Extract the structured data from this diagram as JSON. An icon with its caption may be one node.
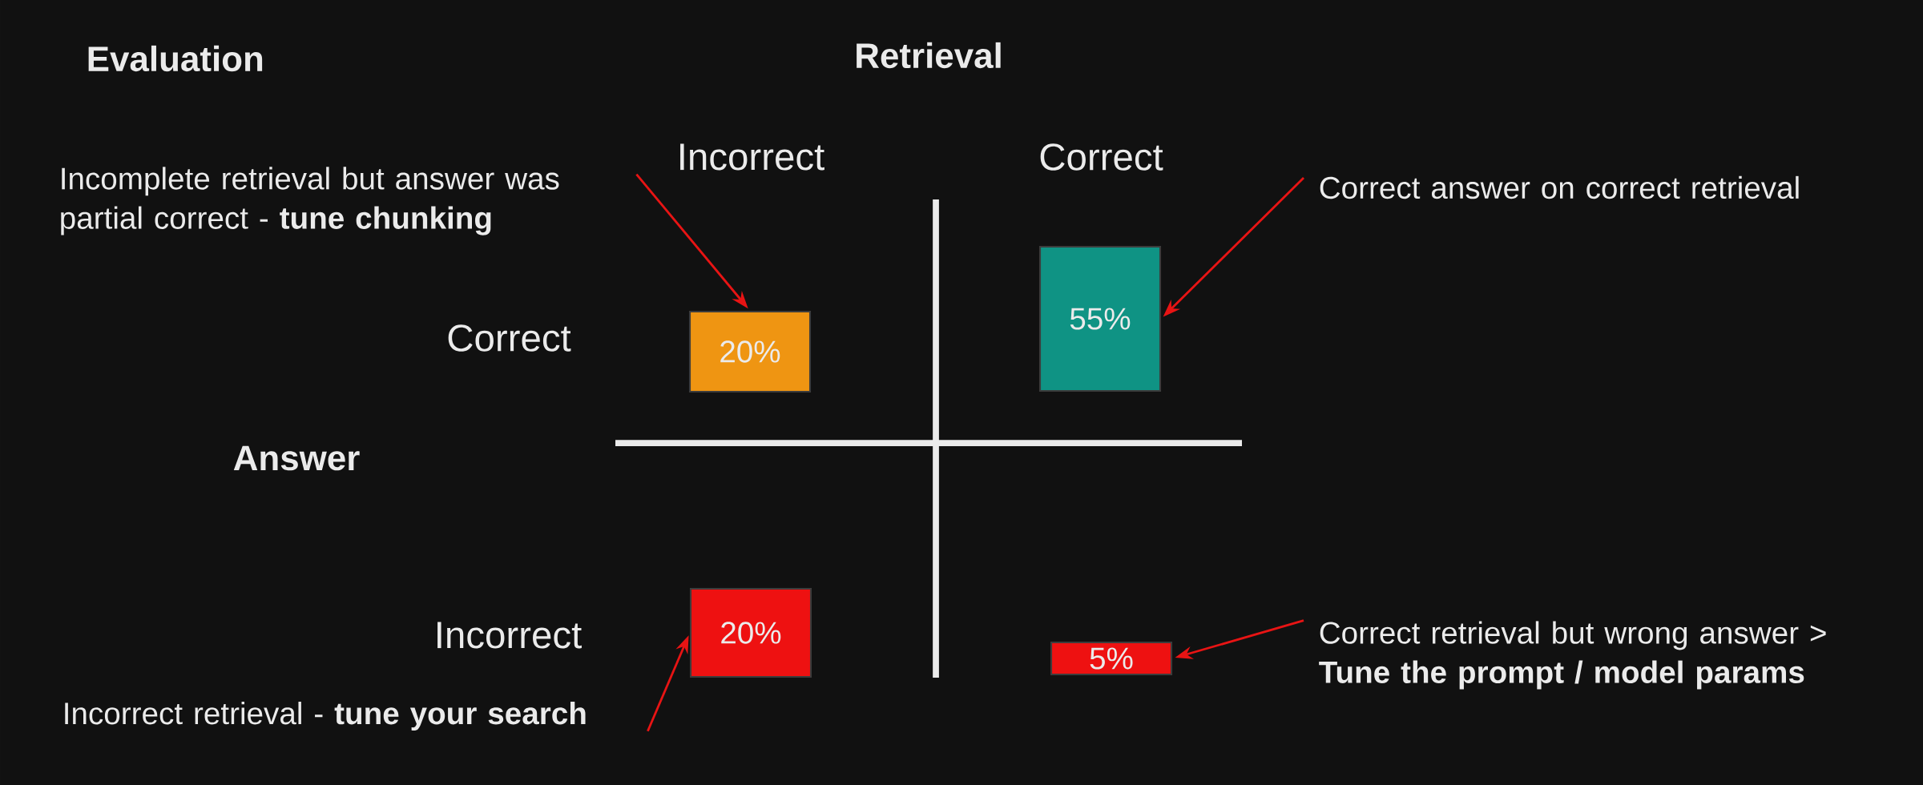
{
  "diagram": {
    "nodes": [
      {
        "text": [
          "Incomplete retrieval but answer was partial correct - **tune chunking**"
        ]
      },
      {
        "text": [
          "20%"
        ]
      },
      {
        "text": [
          "Correct answer on correct retrieval"
        ]
      },
      {
        "text": [
          "55%"
        ]
      },
      {
        "text": [
          "Incorrect retrieval - **tune your search**"
        ]
      },
      {
        "text": [
          "20%"
        ]
      },
      {
        "text": [
          "Correct retrieval but wrong answer > **Tune the prompt / model params**"
        ]
      },
      {
        "text": [
          "5%"
        ]
      }
    ],
    "edges": [
      {
        "from": 0,
        "to": 1,
        "arrow": "to"
      },
      {
        "from": 2,
        "to": 3,
        "arrow": "to"
      },
      {
        "from": 4,
        "to": 5,
        "arrow": "to"
      },
      {
        "from": 6,
        "to": 7,
        "arrow": "to"
      }
    ],
    "labels": [
      "Evaluation",
      "Retrieval",
      "Incorrect",
      "Correct",
      "Correct",
      "Answer",
      "Incorrect"
    ]
  }
}
